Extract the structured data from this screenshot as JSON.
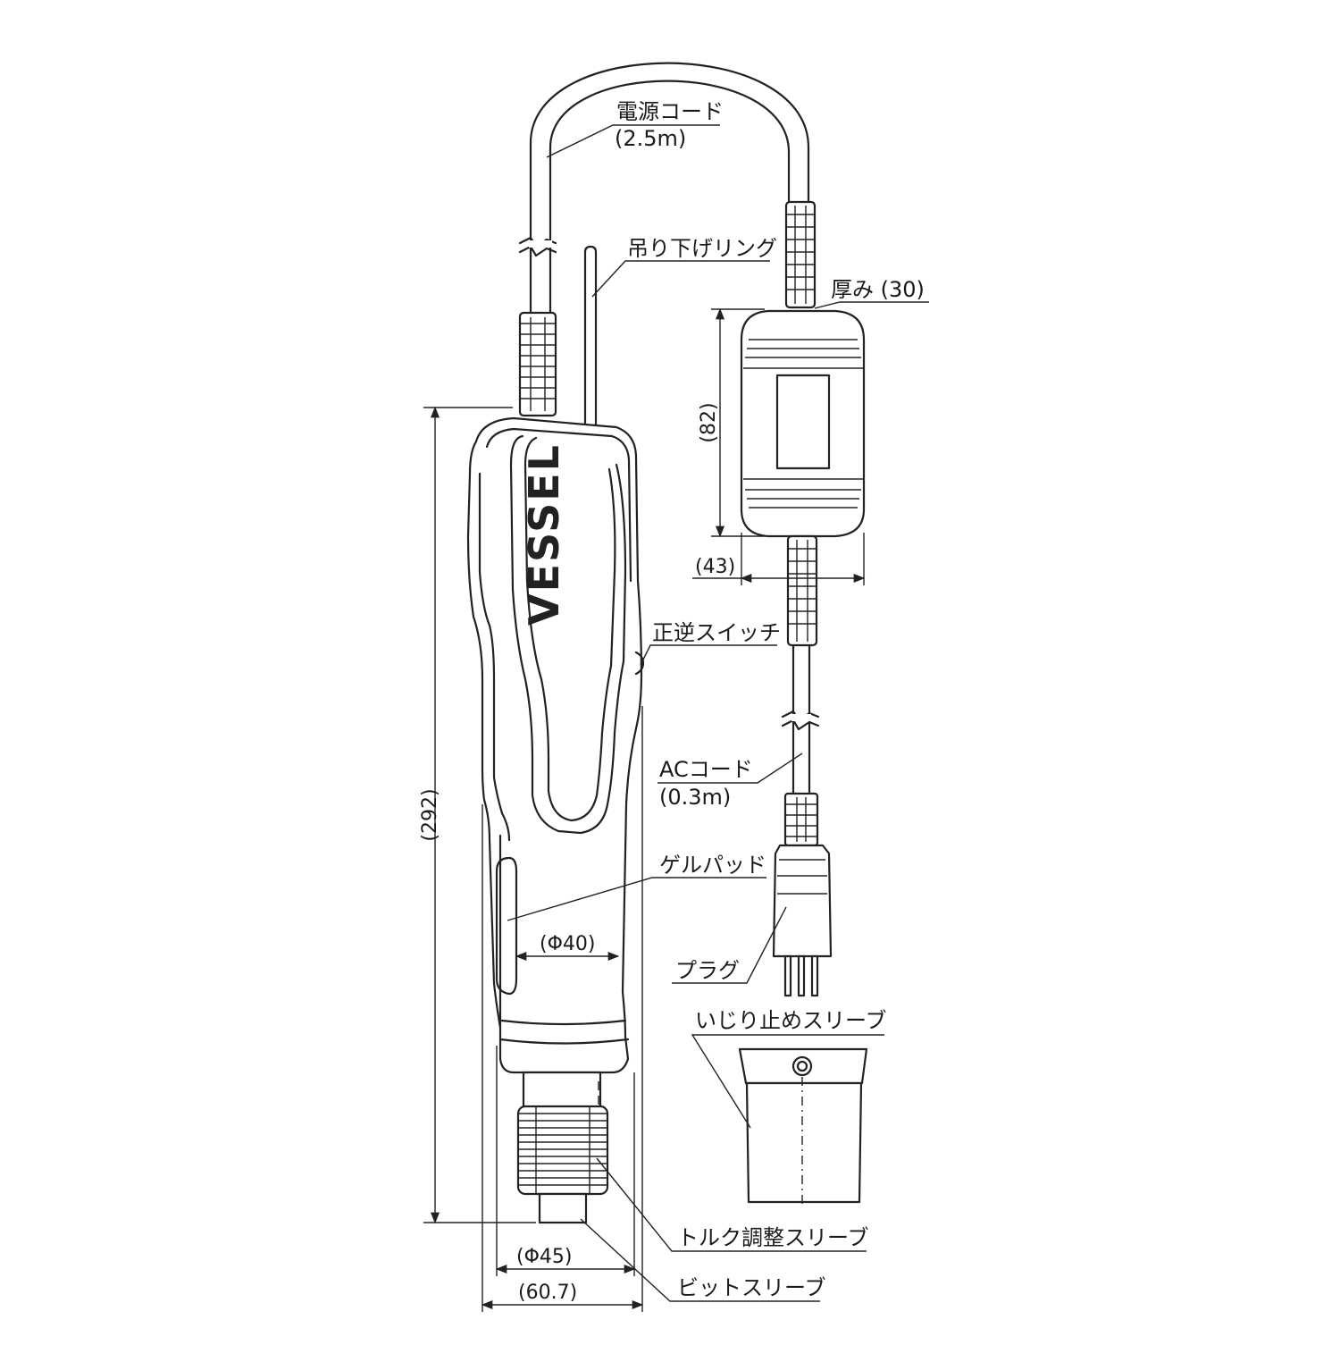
{
  "colors": {
    "line": "#222222",
    "background": "#ffffff"
  },
  "brand": "VESSEL",
  "labels": {
    "power_cord": "電源コード",
    "power_cord_length": "(2.5m)",
    "hanging_ring": "吊り下げリング",
    "thickness": "厚み (30)",
    "fr_switch": "正逆スイッチ",
    "ac_cord": "ACコード",
    "ac_cord_length": "(0.3m)",
    "gel_pad": "ゲルパッド",
    "plug": "プラグ",
    "tamper_sleeve": "いじり止めスリーブ",
    "torque_sleeve": "トルク調整スリーブ",
    "bit_sleeve": "ビットスリーブ"
  },
  "dimensions": {
    "overall_length": "(292)",
    "box_height": "(82)",
    "box_width": "(43)",
    "grip_diameter": "(Φ40)",
    "nose_diameter": "(Φ45)",
    "body_width": "(60.7)"
  }
}
